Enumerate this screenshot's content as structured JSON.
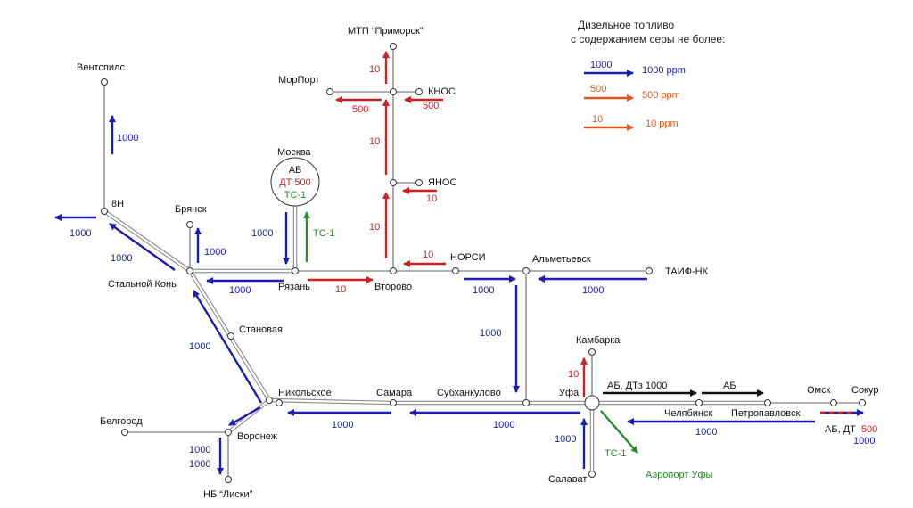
{
  "colors": {
    "blue": "#1d1daf",
    "orange": "#e4571c",
    "red": "#d21f1f",
    "green": "#2c8a2c",
    "black": "#111111",
    "pipe": "#8a8a8a"
  },
  "legend": {
    "title_line1": "Дизельное топливо",
    "title_line2": "с содержанием серы не более:",
    "items": [
      {
        "tag": "1000",
        "label": "1000 ppm",
        "color": "blue"
      },
      {
        "tag": "500",
        "label": "500 ppm",
        "color": "orange"
      },
      {
        "tag": "10",
        "label": "10 ppm",
        "color": "orange"
      }
    ]
  },
  "nodes": {
    "ventspils": "Вентспилс",
    "n8n": "8Н",
    "bryansk": "Брянск",
    "stalnoy_kon": "Стальной Конь",
    "stanovaya": "Становая",
    "nikolskoe": "Никольское",
    "belgorod": "Белгород",
    "voronezh": "Воронеж",
    "nb_liski": "НБ “Лиски”",
    "moskva": "Москва",
    "ryazan": "Рязань",
    "vtorovo": "Второво",
    "mtp_primorsk": "МТП “Приморск”",
    "morport": "МорПорт",
    "knos": "КНОС",
    "yanos": "ЯНОС",
    "norsi": "НОРСИ",
    "almetyevsk": "Альметьевск",
    "taif_nk": "ТАИФ-НК",
    "samara": "Самара",
    "subkhankulovo": "Субханкулово",
    "ufa": "Уфа",
    "kambarka": "Камбарка",
    "salavat": "Салават",
    "aeroport_ufy": "Аэропорт Уфы",
    "chelyabinsk": "Челябинск",
    "petropavlovsk": "Петропавловск",
    "omsk": "Омск",
    "sokur": "Сокур"
  },
  "moscow_box": {
    "line1": "АБ",
    "line2": "ДТ 500",
    "line3": "ТС-1"
  },
  "flows": {
    "to_ventspils": "1000",
    "west_from_8n": "1000",
    "stalnoy_to_8n": "1000",
    "to_bryansk": "1000",
    "ryazan_to_stalnoy": "1000",
    "nikolskoe_to_stalnoy": "1000",
    "to_belgorod": "1000",
    "to_liski": "1000",
    "moscow_to_ryazan": "1000",
    "ryazan_to_moscow": "ТС-1",
    "ryazan_to_vtorovo": "10",
    "vtorovo_to_yanos": "10",
    "yanos_to_knos": "10",
    "knos_to_primorsk": "10",
    "knos_to_morport": "500",
    "knos_in": "500",
    "yanos_in": "10",
    "norsi_in": "10",
    "to_almetyevsk": "1000",
    "taif_in": "1000",
    "almetyevsk_to_ufa": "1000",
    "samara_to_nikolskoe": "1000",
    "ufa_to_samara": "1000",
    "to_kambarka": "10",
    "salavat_to_ufa": "1000",
    "to_airport": "ТС-1",
    "ufa_east": "АБ, ДТз 1000",
    "chel_east": "АБ",
    "omsk_in": "1000",
    "sokur_line1_part1": "АБ, ДТ",
    "sokur_line1_part2": "500",
    "sokur_line2": "1000"
  }
}
